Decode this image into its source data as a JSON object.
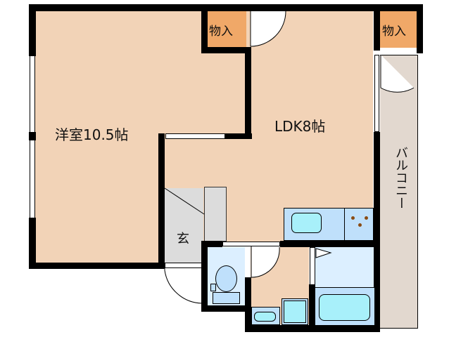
{
  "floorplan": {
    "rooms": {
      "western_room": {
        "label": "洋室10.5帖",
        "color": "#f2d3b7"
      },
      "ldk": {
        "label": "LDK8帖",
        "color": "#f2d3b7"
      },
      "closet_left": {
        "label": "物入",
        "color": "#f0a868"
      },
      "closet_right": {
        "label": "物入",
        "color": "#f0a868"
      },
      "balcony": {
        "label": "バルコニー",
        "color": "#e2d8cf"
      },
      "entrance": {
        "label": "玄",
        "color": "#dcdcdc"
      },
      "toilet": {
        "color": "#dcefff"
      },
      "washroom": {
        "color": "#f2d3b7"
      },
      "bathroom": {
        "color": "#dcefff"
      }
    },
    "fixtures": [
      "kitchen-sink",
      "stove",
      "toilet",
      "washbasin",
      "washing-machine",
      "bathtub"
    ]
  }
}
